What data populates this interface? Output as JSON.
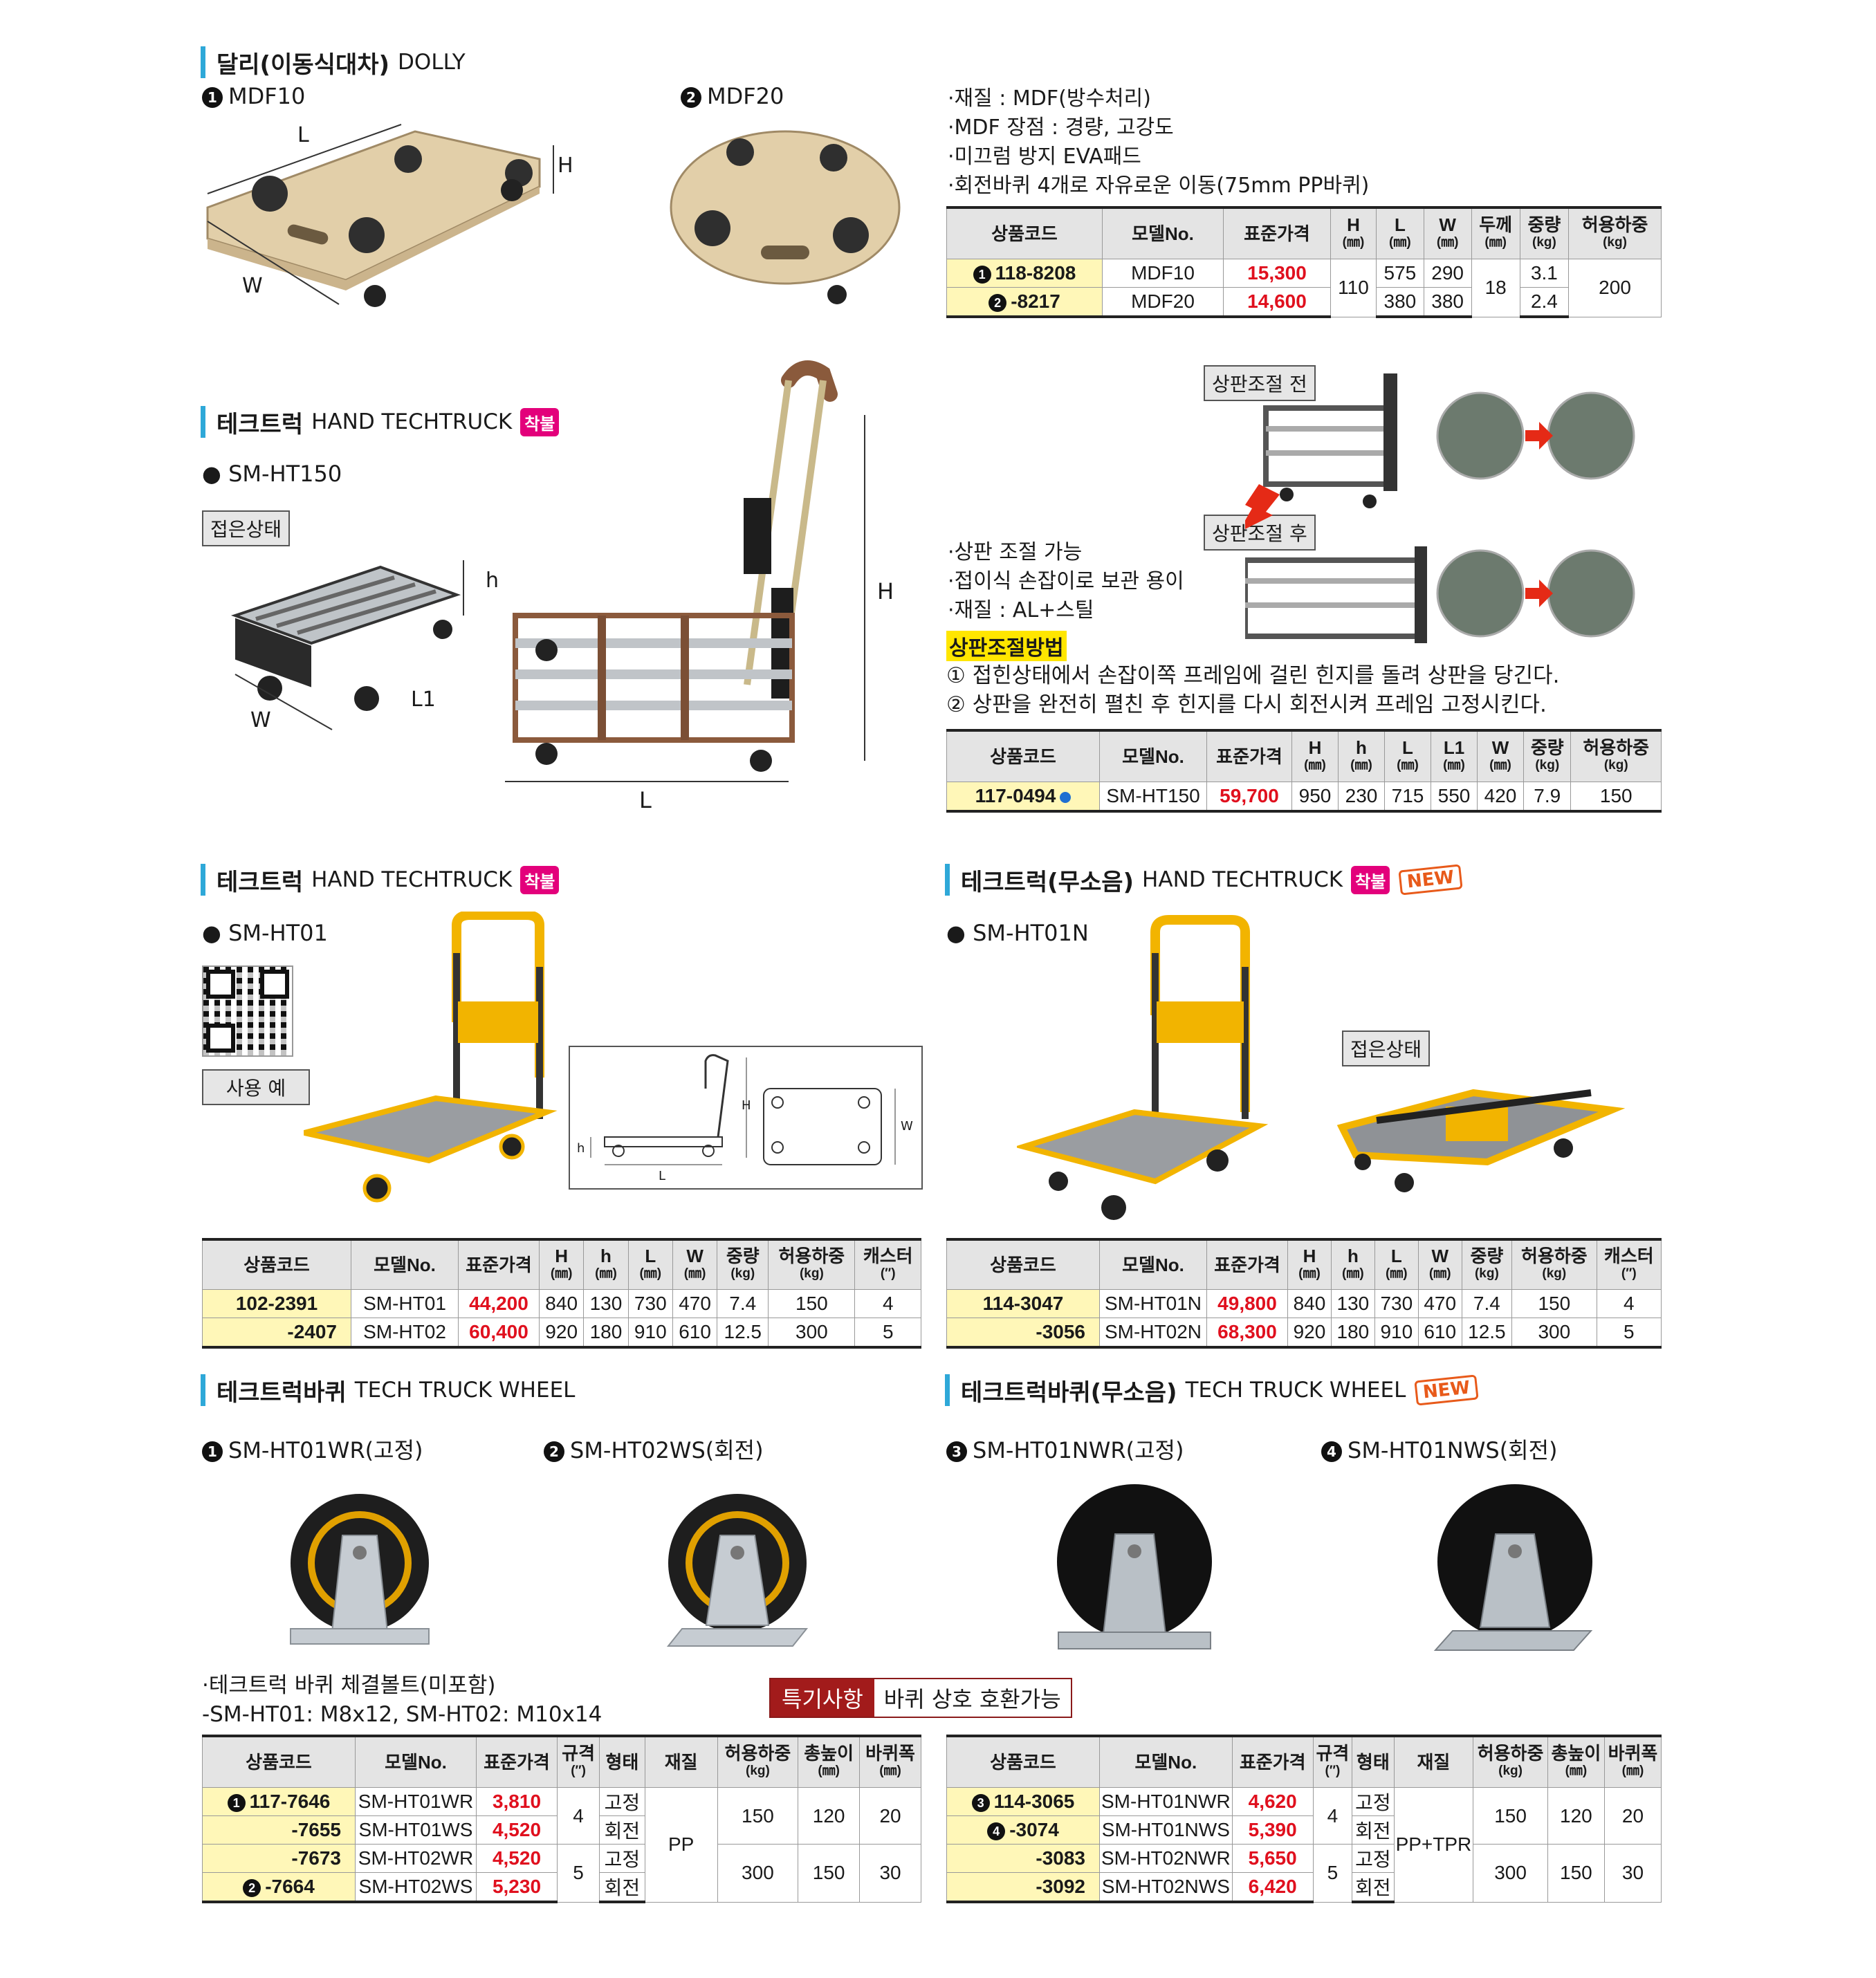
{
  "dolly": {
    "title_ko": "달리(이동식대차)",
    "title_en": "DOLLY",
    "model1_num": "1",
    "model1": "MDF10",
    "model2_num": "2",
    "model2": "MDF20",
    "dim_L": "L",
    "dim_H": "H",
    "dim_W": "W",
    "features": [
      "·재질 : MDF(방수처리)",
      "·MDF 장점 : 경량, 고강도",
      "·미끄럼 방지 EVA패드",
      "·회전바퀴 4개로 자유로운 이동(75mm PP바퀴)"
    ],
    "headers": {
      "code": "상품코드",
      "model": "모델No.",
      "price": "표준가격",
      "h": "H",
      "l": "L",
      "w": "W",
      "t": "두께",
      "wt": "중량",
      "load": "허용하중",
      "mm": "(㎜)",
      "kg": "(kg)"
    },
    "rows": [
      {
        "num": "1",
        "code": "118-8208",
        "model": "MDF10",
        "price": "15,300",
        "L": "575",
        "W": "290",
        "weight": "3.1"
      },
      {
        "num": "2",
        "code": "-8217",
        "model": "MDF20",
        "price": "14,600",
        "L": "380",
        "W": "380",
        "weight": "2.4"
      }
    ],
    "H": "110",
    "thickness": "18",
    "load": "200"
  },
  "ht150": {
    "title_ko": "테크트럭",
    "title_en": "HAND TECHTRUCK",
    "badge": "착불",
    "model": "● SM-HT150",
    "folded_tag": "접은상태",
    "dim_h": "h",
    "dim_W": "W",
    "dim_L1": "L1",
    "dim_L": "L",
    "dim_H": "H",
    "before_tag": "상판조절 전",
    "after_tag": "상판조절 후",
    "features": [
      "·상판 조절 가능",
      "·접이식 손잡이로 보관 용이",
      "·재질 : AL+스틸"
    ],
    "method_label": "상판조절방법",
    "method_lines": [
      "① 접힌상태에서 손잡이쪽 프레임에 걸린 힌지를 돌려 상판을 당긴다.",
      "② 상판을 완전히 펼친 후 힌지를 다시 회전시켜 프레임 고정시킨다."
    ],
    "headers": {
      "code": "상품코드",
      "model": "모델No.",
      "price": "표준가격",
      "H": "H",
      "h": "h",
      "L": "L",
      "L1": "L1",
      "W": "W",
      "wt": "중량",
      "load": "허용하중",
      "mm": "(㎜)",
      "kg": "(kg)"
    },
    "row": {
      "code": "117-0494",
      "model": "SM-HT150",
      "price": "59,700",
      "H": "950",
      "h": "230",
      "L": "715",
      "L1": "550",
      "W": "420",
      "weight": "7.9",
      "load": "150"
    }
  },
  "ht01": {
    "title_ko": "테크트럭",
    "title_en": "HAND TECHTRUCK",
    "badge": "착불",
    "model": "● SM-HT01",
    "qr_label": "사용 예",
    "diagram": {
      "H": "H",
      "h": "h",
      "L": "L",
      "W": "W"
    },
    "headers": {
      "code": "상품코드",
      "model": "모델No.",
      "price": "표준가격",
      "H": "H",
      "h": "h",
      "L": "L",
      "W": "W",
      "wt": "중량",
      "load": "허용하중",
      "caster": "캐스터",
      "mm": "(㎜)",
      "kg": "(kg)",
      "inch": "(″)"
    },
    "rows": [
      {
        "code": "102-2391",
        "model": "SM-HT01",
        "price": "44,200",
        "H": "840",
        "h": "130",
        "L": "730",
        "W": "470",
        "weight": "7.4",
        "load": "150",
        "caster": "4"
      },
      {
        "code": "-2407",
        "model": "SM-HT02",
        "price": "60,400",
        "H": "920",
        "h": "180",
        "L": "910",
        "W": "610",
        "weight": "12.5",
        "load": "300",
        "caster": "5"
      }
    ]
  },
  "ht01n": {
    "title_ko": "테크트럭(무소음)",
    "title_en": "HAND TECHTRUCK",
    "badge": "착불",
    "new": "NEW",
    "model": "● SM-HT01N",
    "folded_tag": "접은상태",
    "rows": [
      {
        "code": "114-3047",
        "model": "SM-HT01N",
        "price": "49,800",
        "H": "840",
        "h": "130",
        "L": "730",
        "W": "470",
        "weight": "7.4",
        "load": "150",
        "caster": "4"
      },
      {
        "code": "-3056",
        "model": "SM-HT02N",
        "price": "68,300",
        "H": "920",
        "h": "180",
        "L": "910",
        "W": "610",
        "weight": "12.5",
        "load": "300",
        "caster": "5"
      }
    ]
  },
  "wheel": {
    "title_ko": "테크트럭바퀴",
    "title_en": "TECH TRUCK WHEEL",
    "m1_num": "1",
    "m1": "SM-HT01WR(고정)",
    "m2_num": "2",
    "m2": "SM-HT02WS(회전)",
    "notes": [
      "·테크트럭 바퀴 체결볼트(미포함)",
      "-SM-HT01: M8x12, SM-HT02: M10x14"
    ],
    "headers": {
      "code": "상품코드",
      "model": "모델No.",
      "price": "표준가격",
      "spec": "규격",
      "type": "형태",
      "mat": "재질",
      "load": "허용하중",
      "height": "총높이",
      "width": "바퀴폭",
      "inch": "(″)",
      "kg": "(kg)",
      "mm": "(㎜)"
    },
    "rows": [
      {
        "num": "1",
        "code": "117-7646",
        "model": "SM-HT01WR",
        "price": "3,810",
        "type": "고정"
      },
      {
        "num": "",
        "code": "-7655",
        "model": "SM-HT01WS",
        "price": "4,520",
        "type": "회전"
      },
      {
        "num": "",
        "code": "-7673",
        "model": "SM-HT02WR",
        "price": "4,520",
        "type": "고정"
      },
      {
        "num": "2",
        "code": "-7664",
        "model": "SM-HT02WS",
        "price": "5,230",
        "type": "회전"
      }
    ],
    "groups": [
      {
        "spec": "4",
        "load": "150",
        "height": "120",
        "width": "20"
      },
      {
        "spec": "5",
        "load": "300",
        "height": "150",
        "width": "30"
      }
    ],
    "material": "PP"
  },
  "wheeln": {
    "title_ko": "테크트럭바퀴(무소음)",
    "title_en": "TECH TRUCK WHEEL",
    "new": "NEW",
    "m3_num": "3",
    "m3": "SM-HT01NWR(고정)",
    "m4_num": "4",
    "m4": "SM-HT01NWS(회전)",
    "note_label": "특기사항",
    "note_text": "바퀴 상호 호환가능",
    "rows": [
      {
        "num": "3",
        "code": "114-3065",
        "model": "SM-HT01NWR",
        "price": "4,620",
        "type": "고정"
      },
      {
        "num": "4",
        "code": "-3074",
        "model": "SM-HT01NWS",
        "price": "5,390",
        "type": "회전"
      },
      {
        "num": "",
        "code": "-3083",
        "model": "SM-HT02NWR",
        "price": "5,650",
        "type": "고정"
      },
      {
        "num": "",
        "code": "-3092",
        "model": "SM-HT02NWS",
        "price": "6,420",
        "type": "회전"
      }
    ],
    "groups": [
      {
        "spec": "4",
        "load": "150",
        "height": "120",
        "width": "20"
      },
      {
        "spec": "5",
        "load": "300",
        "height": "150",
        "width": "30"
      }
    ],
    "material": "PP+TPR"
  },
  "colors": {
    "accent_bar": "#2ea8d8",
    "price_red": "#e0101e",
    "code_yellow": "#fff7b8",
    "badge_pink": "#e3007b",
    "new_orange": "#e85a1a",
    "note_red": "#a21b1b"
  }
}
